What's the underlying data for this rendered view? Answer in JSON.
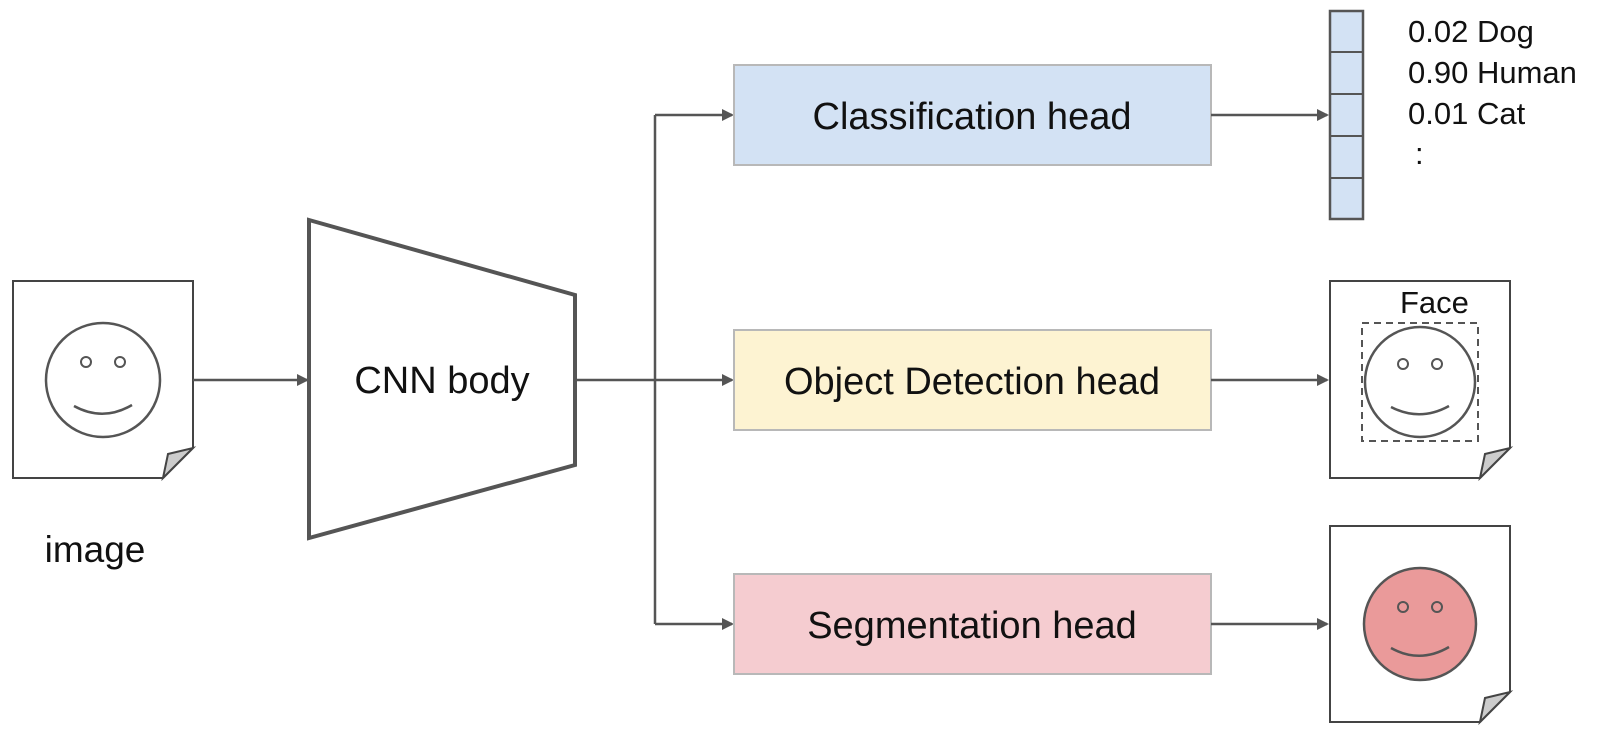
{
  "input": {
    "label": "image",
    "icon": "smiley-face-document-icon"
  },
  "body": {
    "label": "CNN body"
  },
  "heads": [
    {
      "key": "classification",
      "label": "Classification head",
      "fill": "#d3e2f4",
      "stroke": "#b8b8b8"
    },
    {
      "key": "detection",
      "label": "Object Detection head",
      "fill": "#fdf3d2",
      "stroke": "#b8b8b8"
    },
    {
      "key": "segmentation",
      "label": "Segmentation head",
      "fill": "#f5ccd0",
      "stroke": "#b8b8b8"
    }
  ],
  "outputs": {
    "classification": {
      "scores": [
        "0.02 Dog",
        "0.90 Human",
        "0.01 Cat"
      ],
      "ellipsis": ":",
      "vector_fill": "#d3e2f4"
    },
    "detection": {
      "box_label": "Face"
    },
    "segmentation": {
      "mask_fill": "#ea9a9a"
    }
  },
  "colors": {
    "line": "#555555",
    "page_stroke": "#444444",
    "corner_fold": "#cccccc"
  }
}
